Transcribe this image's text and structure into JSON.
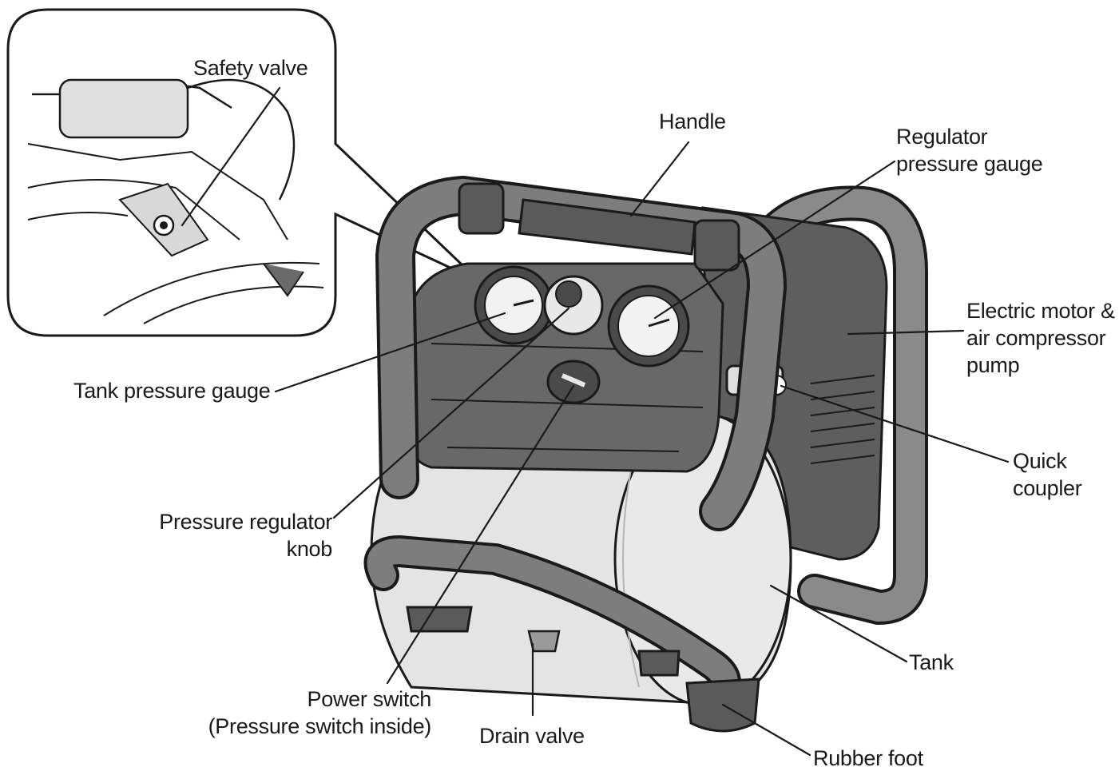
{
  "labels": {
    "safety_valve": "Safety valve",
    "handle": "Handle",
    "regulator_gauge_1": "Regulator",
    "regulator_gauge_2": "pressure gauge",
    "motor_1": "Electric motor &",
    "motor_2": "air compressor",
    "motor_3": "pump",
    "tank_gauge": "Tank pressure gauge",
    "quick_coupler_1": "Quick",
    "quick_coupler_2": "coupler",
    "regulator_knob_1": "Pressure regulator",
    "regulator_knob_2": "knob",
    "tank": "Tank",
    "power_switch_1": "Power switch",
    "power_switch_2": "(Pressure switch inside)",
    "drain_valve": "Drain valve",
    "rubber_foot": "Rubber foot"
  },
  "colors": {
    "line": "#1a1a1a",
    "tank_fill": "#e4e4e4",
    "frame_fill": "#7d7d7d",
    "body_fill": "#5e5e5e",
    "gauge_fill": "#f2f2f2"
  }
}
